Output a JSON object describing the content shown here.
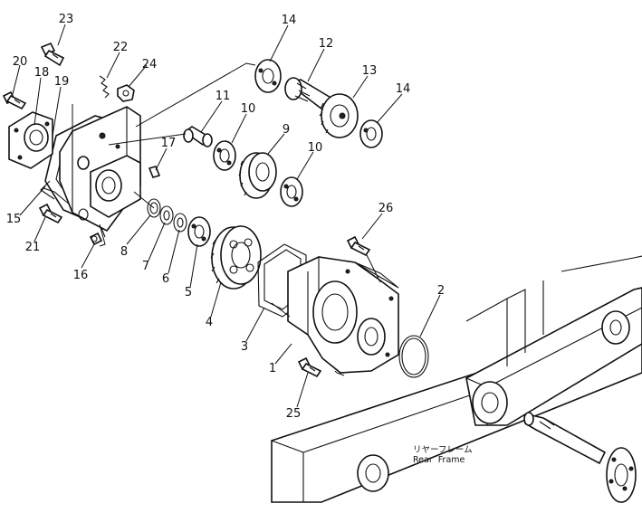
{
  "callouts": [
    {
      "id": "c23",
      "label": "23"
    },
    {
      "id": "c22",
      "label": "22"
    },
    {
      "id": "c24",
      "label": "24"
    },
    {
      "id": "c20",
      "label": "20"
    },
    {
      "id": "c18",
      "label": "18"
    },
    {
      "id": "c19",
      "label": "19"
    },
    {
      "id": "c14a",
      "label": "14"
    },
    {
      "id": "c12",
      "label": "12"
    },
    {
      "id": "c13",
      "label": "13"
    },
    {
      "id": "c14b",
      "label": "14"
    },
    {
      "id": "c11",
      "label": "11"
    },
    {
      "id": "c10a",
      "label": "10"
    },
    {
      "id": "c9",
      "label": "9"
    },
    {
      "id": "c17",
      "label": "17"
    },
    {
      "id": "c10b",
      "label": "10"
    },
    {
      "id": "c15",
      "label": "15"
    },
    {
      "id": "c21",
      "label": "21"
    },
    {
      "id": "c16",
      "label": "16"
    },
    {
      "id": "c8",
      "label": "8"
    },
    {
      "id": "c7",
      "label": "7"
    },
    {
      "id": "c6",
      "label": "6"
    },
    {
      "id": "c5",
      "label": "5"
    },
    {
      "id": "c4",
      "label": "4"
    },
    {
      "id": "c26",
      "label": "26"
    },
    {
      "id": "c2",
      "label": "2"
    },
    {
      "id": "c3",
      "label": "3"
    },
    {
      "id": "c1",
      "label": "1"
    },
    {
      "id": "c25",
      "label": "25"
    }
  ],
  "frame_label": {
    "japanese": "リヤーフレーム",
    "english": "Rear  Frame"
  }
}
